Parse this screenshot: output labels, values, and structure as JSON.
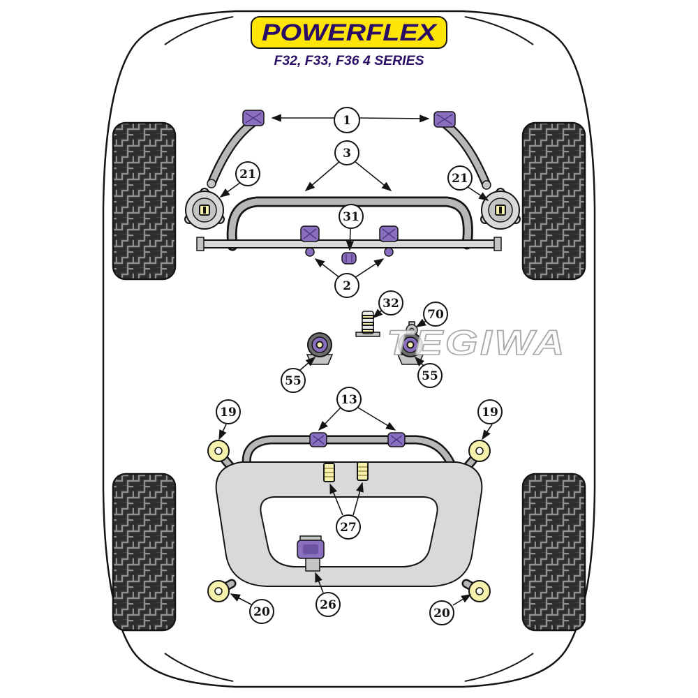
{
  "header": {
    "logo": "POWERFLEX",
    "subtitle": "F32, F33, F36 4 SERIES"
  },
  "watermark": "TEGIWA",
  "colors": {
    "logo_bg": "#FFE408",
    "logo_text": "#2A0E66",
    "bush_purple": "#8A6FBF",
    "bush_yellow": "#F6F2AE"
  },
  "callouts": [
    {
      "label": "1"
    },
    {
      "label": "3"
    },
    {
      "label": "21"
    },
    {
      "label": "21"
    },
    {
      "label": "31"
    },
    {
      "label": "2"
    },
    {
      "label": "32"
    },
    {
      "label": "70"
    },
    {
      "label": "55"
    },
    {
      "label": "55"
    },
    {
      "label": "13"
    },
    {
      "label": "19"
    },
    {
      "label": "19"
    },
    {
      "label": "27"
    },
    {
      "label": "26"
    },
    {
      "label": "20"
    },
    {
      "label": "20"
    }
  ]
}
